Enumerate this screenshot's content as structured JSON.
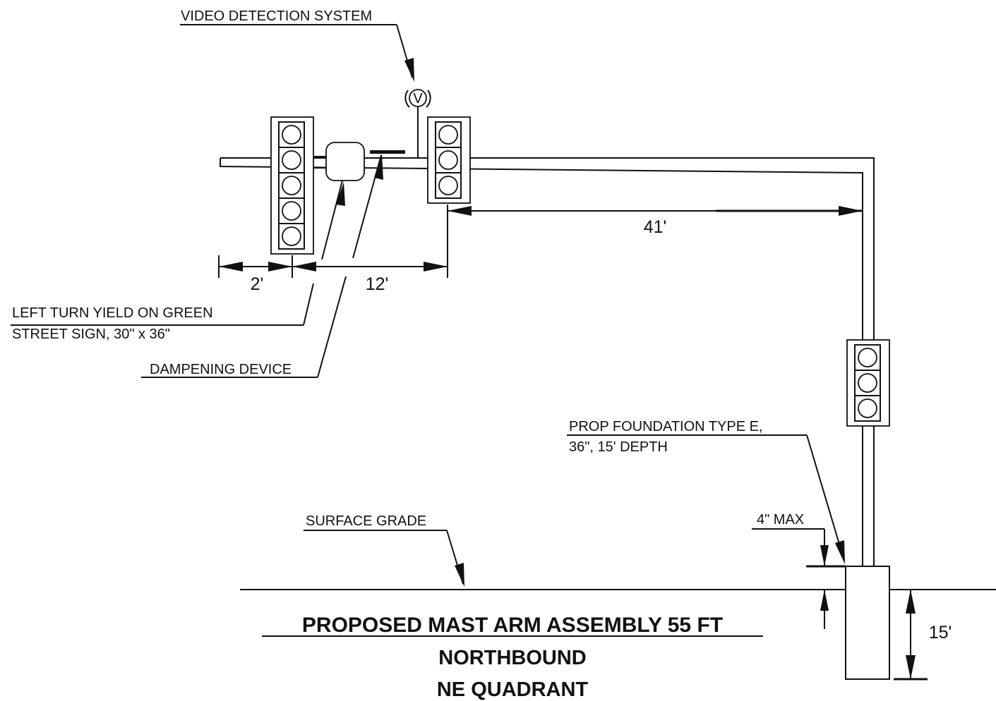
{
  "labels": {
    "video_detection": "VIDEO DETECTION SYSTEM",
    "video_symbol": "V",
    "left_turn_sign_line1": "LEFT TURN YIELD ON GREEN",
    "left_turn_sign_line2": "STREET SIGN, 30\" x 36\"",
    "dampening_device": "DAMPENING DEVICE",
    "foundation_line1": "PROP FOUNDATION TYPE E,",
    "foundation_line2": "36\", 15' DEPTH",
    "surface_grade": "SURFACE GRADE",
    "max_height": "4\" MAX"
  },
  "dimensions": {
    "arm_end_offset": "2'",
    "signal_spacing": "12'",
    "pole_to_signal": "41'",
    "foundation_depth": "15'"
  },
  "title": {
    "main": "PROPOSED MAST ARM ASSEMBLY 55 FT",
    "direction": "NORTHBOUND",
    "quadrant": "NE QUADRANT"
  }
}
